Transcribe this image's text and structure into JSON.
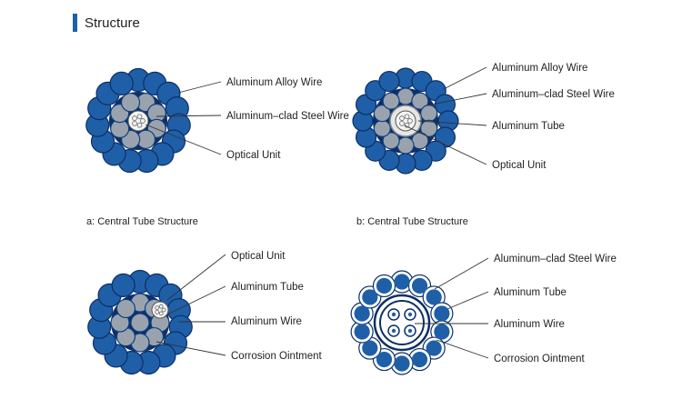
{
  "header": {
    "title": "Structure",
    "accent_color": "#1f5fa8"
  },
  "colors": {
    "alloy_wire": "#1f5fa8",
    "steel_wire_core": "#9aa3ad",
    "steel_wire_ring": "#0f3f80",
    "tube": "#e6e6e6",
    "outline": "#0d2f66"
  },
  "diagrams": {
    "a": {
      "caption": "a: Central Tube Structure",
      "labels": [
        "Aluminum Alloy Wire",
        "Aluminum–clad Steel Wire",
        "Optical Unit"
      ]
    },
    "b": {
      "caption": "b: Central Tube Structure",
      "labels": [
        "Aluminum Alloy Wire",
        "Aluminum–clad Steel Wire",
        "Aluminum Tube",
        "Optical Unit"
      ]
    },
    "c": {
      "labels": [
        "Optical Unit",
        "Aluminum Tube",
        "Aluminum Wire",
        "Corrosion Ointment"
      ]
    },
    "d": {
      "labels": [
        "Aluminum–clad Steel Wire",
        "Aluminum Tube",
        "Aluminum Wire",
        "Corrosion Ointment"
      ]
    }
  }
}
